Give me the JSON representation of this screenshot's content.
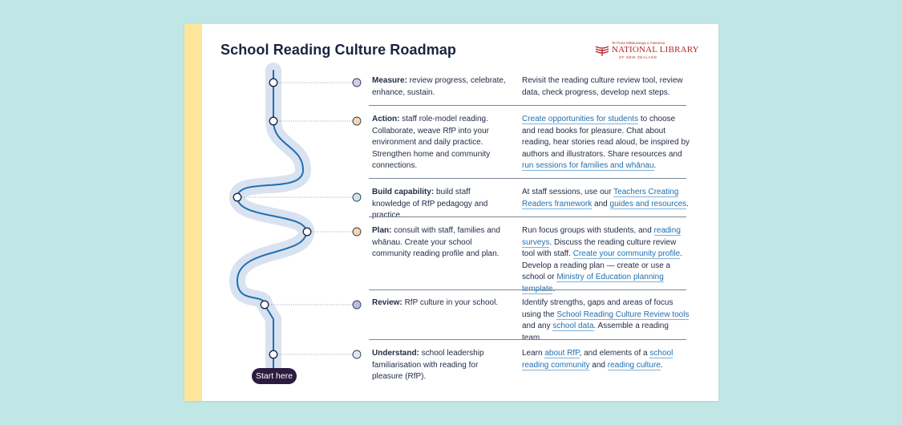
{
  "title": "School Reading Culture Roadmap",
  "logo": {
    "tagline": "Te Puna Mātauranga o Aotearoa",
    "name": "NATIONAL LIBRARY",
    "subtitle": "OF NEW ZEALAND"
  },
  "start_label": "Start here",
  "colors": {
    "background": "#c0e6e6",
    "accent_strip": "#fde69a",
    "road": "#d9e2f0",
    "road_line": "#1e6fb3",
    "link": "#1f6fb0",
    "button": "#2c1c40"
  },
  "stages": [
    {
      "label": "Measure:",
      "text": " review progress, celebrate, enhance, sustain.",
      "dot_color": "#dccae3",
      "right": [
        {
          "t": "Revisit the reading culture review tool, review data, check progress, develop next steps."
        }
      ]
    },
    {
      "label": "Action:",
      "text": " staff role-model reading. Collaborate, weave RfP into your environment and daily practice. Strengthen home and community connections.",
      "dot_color": "#f5d6a7",
      "right": [
        {
          "t": "Create opportunities for students",
          "link": true
        },
        {
          "t": " to choose and read books for pleasure. Chat about reading, hear stories read aloud, be inspired by authors and illustrators. Share resources and "
        },
        {
          "t": "run sessions for families and whānau",
          "link": true
        },
        {
          "t": "."
        }
      ]
    },
    {
      "label": "Build capability:",
      "text": " build staff knowledge of RfP pedagogy and practice.",
      "dot_color": "#cfe5ea",
      "right": [
        {
          "t": "At staff sessions, use our "
        },
        {
          "t": "Teachers Creating Readers framework",
          "link": true
        },
        {
          "t": " and "
        },
        {
          "t": "guides and resources",
          "link": true
        },
        {
          "t": "."
        }
      ]
    },
    {
      "label": "Plan:",
      "text": " consult with staff, families and whānau. Create your school community reading profile and plan.",
      "dot_color": "#f5d6a7",
      "right": [
        {
          "t": "Run focus groups with students, and "
        },
        {
          "t": "reading surveys",
          "link": true
        },
        {
          "t": ". Discuss the reading culture review tool with staff. "
        },
        {
          "t": "Create your community profile",
          "link": true
        },
        {
          "t": ". Develop a reading plan — create or use a school or "
        },
        {
          "t": "Ministry of Education planning template",
          "link": true
        },
        {
          "t": "."
        }
      ]
    },
    {
      "label": "Review:",
      "text": " RfP culture in your school.",
      "dot_color": "#b6bee3",
      "right": [
        {
          "t": "Identify strengths, gaps and areas of focus using the "
        },
        {
          "t": "School Reading Culture Review tools",
          "link": true
        },
        {
          "t": " and any "
        },
        {
          "t": "school data",
          "link": true
        },
        {
          "t": ". Assemble a reading team."
        }
      ]
    },
    {
      "label": "Understand:",
      "text": " school leadership familiarisation with reading for pleasure (RfP).",
      "dot_color": "#dfe7f0",
      "right": [
        {
          "t": "Learn "
        },
        {
          "t": "about RfP",
          "link": true
        },
        {
          "t": ", and elements of a "
        },
        {
          "t": "school reading community",
          "link": true
        },
        {
          "t": " and "
        },
        {
          "t": "reading culture",
          "link": true
        },
        {
          "t": "."
        }
      ]
    }
  ]
}
